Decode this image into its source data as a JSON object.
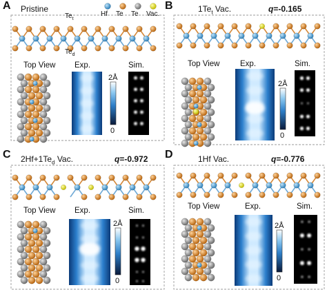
{
  "colors": {
    "hf": "#4aa6d9",
    "te": "#e08a2a",
    "te_dark": "#8a8a8a",
    "vac": "#e7e01e",
    "bond_hf": "#6fa9d6",
    "bond_te": "#d5893a",
    "frame": "#9a9a9a"
  },
  "legend": {
    "hf": "Hf",
    "te1": "Te",
    "te2": "Te",
    "vac": "Vac."
  },
  "common": {
    "top_view": "Top View",
    "exp": "Exp.",
    "sim": "Sim.",
    "cbar_max": "2Å",
    "cbar_min": "0"
  },
  "panels": [
    {
      "letter": "A",
      "title": "Pristine",
      "q": "",
      "te_t": "Te",
      "te_t_sub": "t",
      "te_d": "Te",
      "te_d_sub": "d"
    },
    {
      "letter": "B",
      "title": "1Te",
      "title_sub": "t",
      "title_tail": " Vac.",
      "q_prefix": "q",
      "q_value": "=-0.165"
    },
    {
      "letter": "C",
      "title": "2Hf+1Te",
      "title_sub": "d",
      "title_tail": " Vac.",
      "q_prefix": "q",
      "q_value": "=-0.972"
    },
    {
      "letter": "D",
      "title": "1Hf Vac.",
      "title_sub": "",
      "title_tail": "",
      "q_prefix": "q",
      "q_value": "=-0.776"
    }
  ]
}
